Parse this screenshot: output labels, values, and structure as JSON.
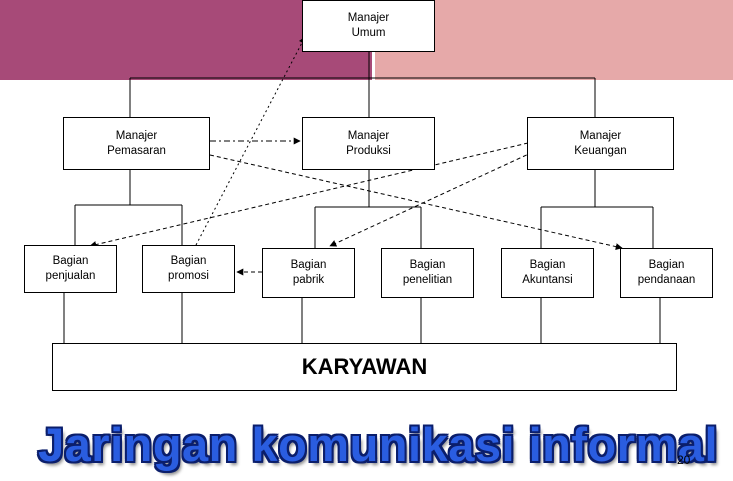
{
  "header": {
    "colors": {
      "band_left": "#a74a78",
      "band_right": "#e6a9a9"
    }
  },
  "org": {
    "top": {
      "line1": "Manajer",
      "line2": "Umum"
    },
    "managers": [
      {
        "line1": "Manajer",
        "line2": "Pemasaran"
      },
      {
        "line1": "Manajer",
        "line2": "Produksi"
      },
      {
        "line1": "Manajer",
        "line2": "Keuangan"
      }
    ],
    "departments": [
      {
        "line1": "Bagian",
        "line2": "penjualan"
      },
      {
        "line1": "Bagian",
        "line2": "promosi"
      },
      {
        "line1": "Bagian",
        "line2": "pabrik"
      },
      {
        "line1": "Bagian",
        "line2": "penelitian"
      },
      {
        "line1": "Bagian",
        "line2": "Akuntansi"
      },
      {
        "line1": "Bagian",
        "line2": "pendanaan"
      }
    ],
    "employees": "KARYAWAN"
  },
  "slide": {
    "title": "Jaringan komunikasi informal",
    "page_number": "20",
    "title_color": "#2a5de0"
  }
}
